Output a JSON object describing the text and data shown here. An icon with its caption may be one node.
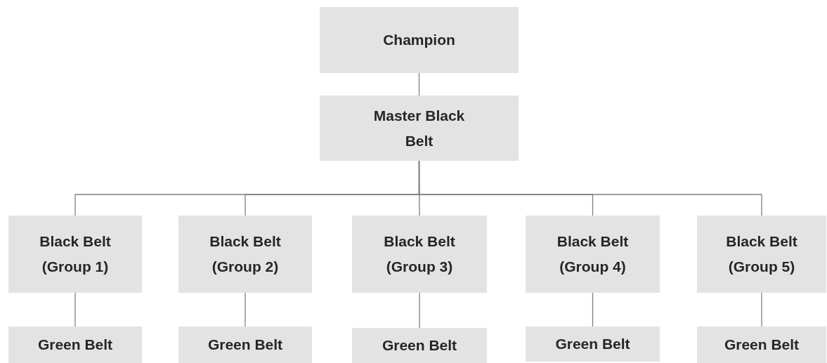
{
  "diagram": {
    "nodes": [
      {
        "text": [
          "Champion"
        ]
      },
      {
        "text": [
          "Master Black Belt"
        ]
      },
      {
        "text": [
          "Black Belt (Group 1)"
        ]
      },
      {
        "text": [
          "Black Belt (Group 2)"
        ]
      },
      {
        "text": [
          "Black Belt (Group 3)"
        ]
      },
      {
        "text": [
          "Black Belt (Group 4)"
        ]
      },
      {
        "text": [
          "Black Belt (Group 5)"
        ]
      },
      {
        "text": [
          "Green Belt"
        ]
      },
      {
        "text": [
          "Green Belt"
        ]
      },
      {
        "text": [
          "Green Belt"
        ]
      },
      {
        "text": [
          "Green Belt"
        ]
      },
      {
        "text": [
          "Green Belt"
        ]
      }
    ],
    "edges": [
      {
        "from": 0,
        "to": 1,
        "arrow": "none"
      },
      {
        "from": 1,
        "to": 2,
        "arrow": "none"
      },
      {
        "from": 1,
        "to": 3,
        "arrow": "none"
      },
      {
        "from": 1,
        "to": 4,
        "arrow": "none"
      },
      {
        "from": 1,
        "to": 5,
        "arrow": "none"
      },
      {
        "from": 1,
        "to": 6,
        "arrow": "none"
      },
      {
        "from": 2,
        "to": 7,
        "arrow": "none"
      },
      {
        "from": 3,
        "to": 8,
        "arrow": "none"
      },
      {
        "from": 4,
        "to": 9,
        "arrow": "none"
      },
      {
        "from": 5,
        "to": 10,
        "arrow": "none"
      },
      {
        "from": 6,
        "to": 11,
        "arrow": "none"
      }
    ]
  }
}
